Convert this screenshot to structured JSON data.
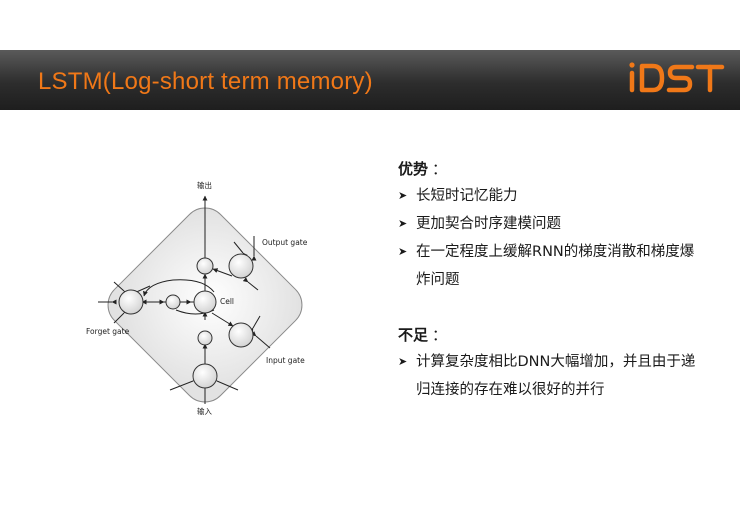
{
  "header": {
    "title": "LSTM(Log-short term memory)",
    "logo_text": "iDST",
    "colors": {
      "title": "#f07818",
      "logo": "#f07818",
      "bar": "#2d2d2d"
    }
  },
  "diagram": {
    "output_label": "输出",
    "input_label": "输入",
    "output_gate_label": "Output gate",
    "input_gate_label": "Input gate",
    "forget_gate_label": "Forget gate",
    "cell_label": "Cell"
  },
  "advantages": {
    "heading": "优势",
    "colon": "：",
    "items": [
      "长短时记忆能力",
      "更加契合时序建模问题",
      "在一定程度上缓解RNN的梯度消散和梯度爆炸问题"
    ]
  },
  "disadvantages": {
    "heading": "不足",
    "colon": "：",
    "items": [
      "计算复杂度相比DNN大幅增加，并且由于递归连接的存在难以很好的并行"
    ]
  },
  "bullet_icon": "arrow-bullet-icon"
}
